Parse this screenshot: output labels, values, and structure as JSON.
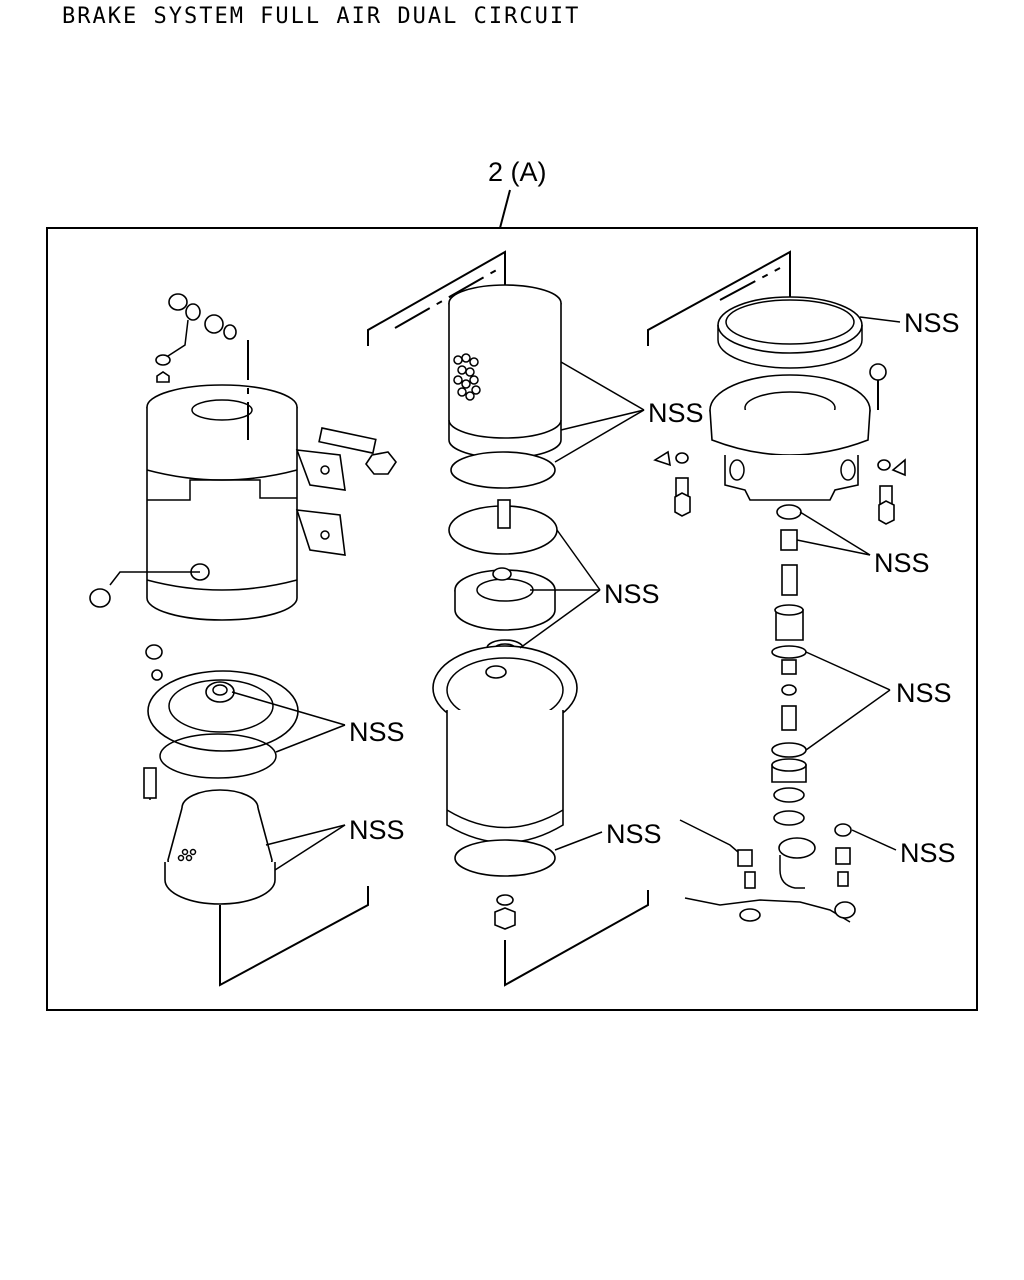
{
  "header": {
    "title": "BRAKE SYSTEM FULL AIR DUAL CIRCUIT"
  },
  "diagram": {
    "assembly_label": "2 (A)",
    "callouts": [
      {
        "id": "nss-top-ring",
        "text": "NSS"
      },
      {
        "id": "nss-filter-cartridge",
        "text": "NSS"
      },
      {
        "id": "nss-valve-seal-upper",
        "text": "NSS"
      },
      {
        "id": "nss-valve-discs",
        "text": "NSS"
      },
      {
        "id": "nss-piston-orings",
        "text": "NSS"
      },
      {
        "id": "nss-left-gaskets",
        "text": "NSS"
      },
      {
        "id": "nss-left-muffler",
        "text": "NSS"
      },
      {
        "id": "nss-housing-seal",
        "text": "NSS"
      },
      {
        "id": "nss-fitting-washer",
        "text": "NSS"
      }
    ]
  }
}
